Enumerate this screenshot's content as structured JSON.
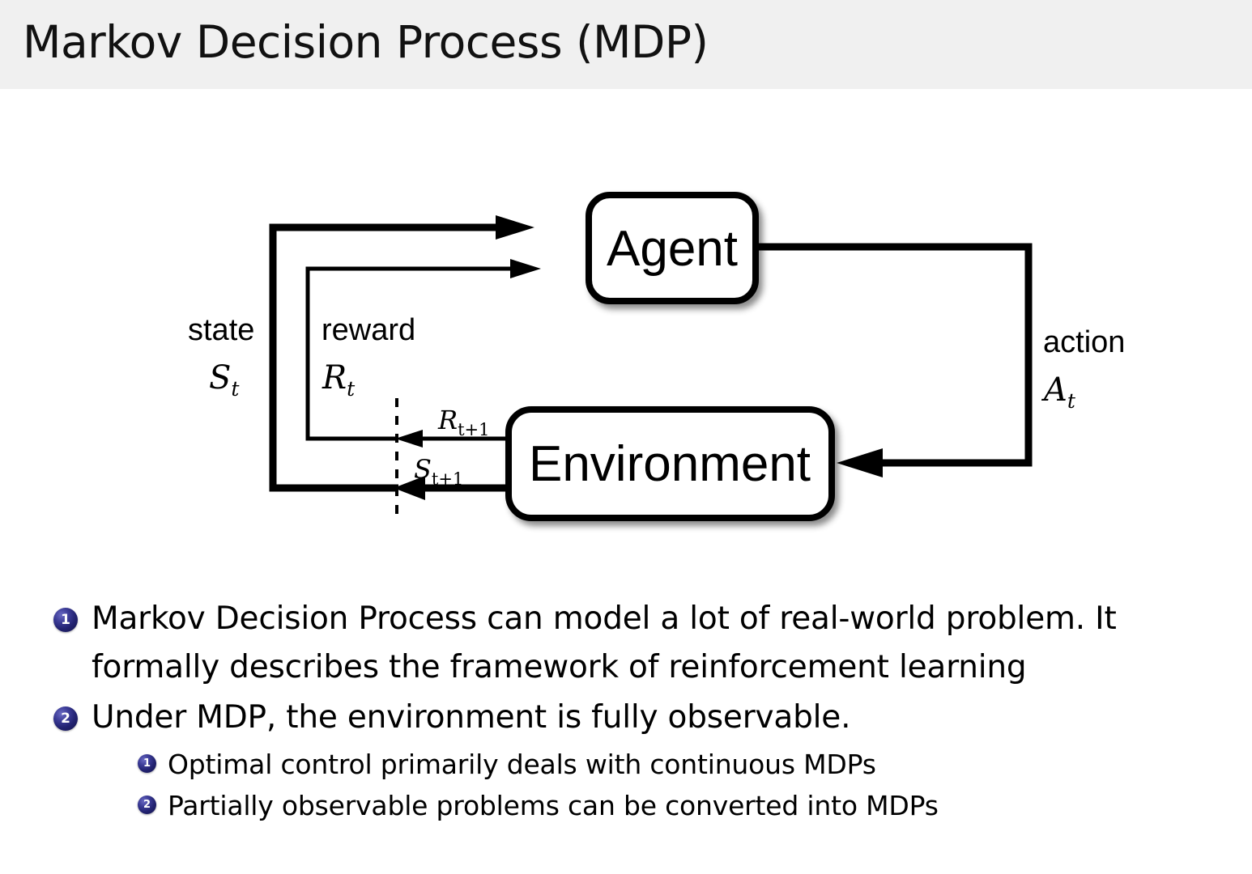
{
  "header": {
    "title": "Markov Decision Process (MDP)",
    "band_color": "#f0f0f0",
    "title_color": "#111111"
  },
  "diagram": {
    "name": "agent-environment-interaction-loop",
    "nodes": {
      "agent": "Agent",
      "environment": "Environment"
    },
    "edge_labels": {
      "state_word": "state",
      "state_symbol": "S",
      "state_symbol_sub": "t",
      "reward_word": "reward",
      "reward_symbol": "R",
      "reward_symbol_sub": "t",
      "action_word": "action",
      "action_symbol": "A",
      "action_symbol_sub": "t",
      "reward_next_symbol": "R",
      "reward_next_sub": "t+1",
      "state_next_symbol": "S",
      "state_next_sub": "t+1"
    },
    "stroke_color": "#000000",
    "box_fill": "#ffffff"
  },
  "bullets": {
    "marker_color": "#2a2a80",
    "items": [
      {
        "number": "1",
        "level": 1,
        "lines": [
          "Markov Decision Process can model a lot of real-world problem. It",
          "formally describes the framework of reinforcement learning"
        ]
      },
      {
        "number": "2",
        "level": 1,
        "lines": [
          "Under MDP, the environment is fully observable."
        ]
      },
      {
        "number": "1",
        "level": 2,
        "lines": [
          "Optimal control primarily deals with continuous MDPs"
        ]
      },
      {
        "number": "2",
        "level": 2,
        "lines": [
          "Partially observable problems can be converted into MDPs"
        ]
      }
    ]
  }
}
